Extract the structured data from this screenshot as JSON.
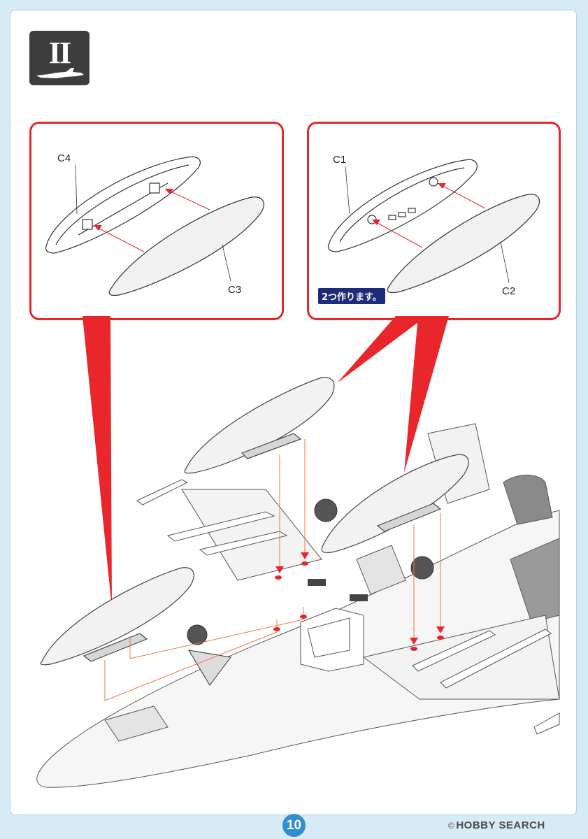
{
  "step": {
    "number": "II"
  },
  "inset_left": {
    "labels": {
      "top": "C4",
      "bottom": "C3"
    }
  },
  "inset_right": {
    "labels": {
      "top": "C1",
      "bottom": "C2"
    },
    "note": "2つ作ります。"
  },
  "page_number": "10",
  "watermark": "HOBBY SEARCH",
  "colors": {
    "accent_red": "#e8262b",
    "guide_orange": "#e87a4a",
    "note_bg": "#1f2a7a",
    "page_number_bg": "#2e8fd1"
  }
}
